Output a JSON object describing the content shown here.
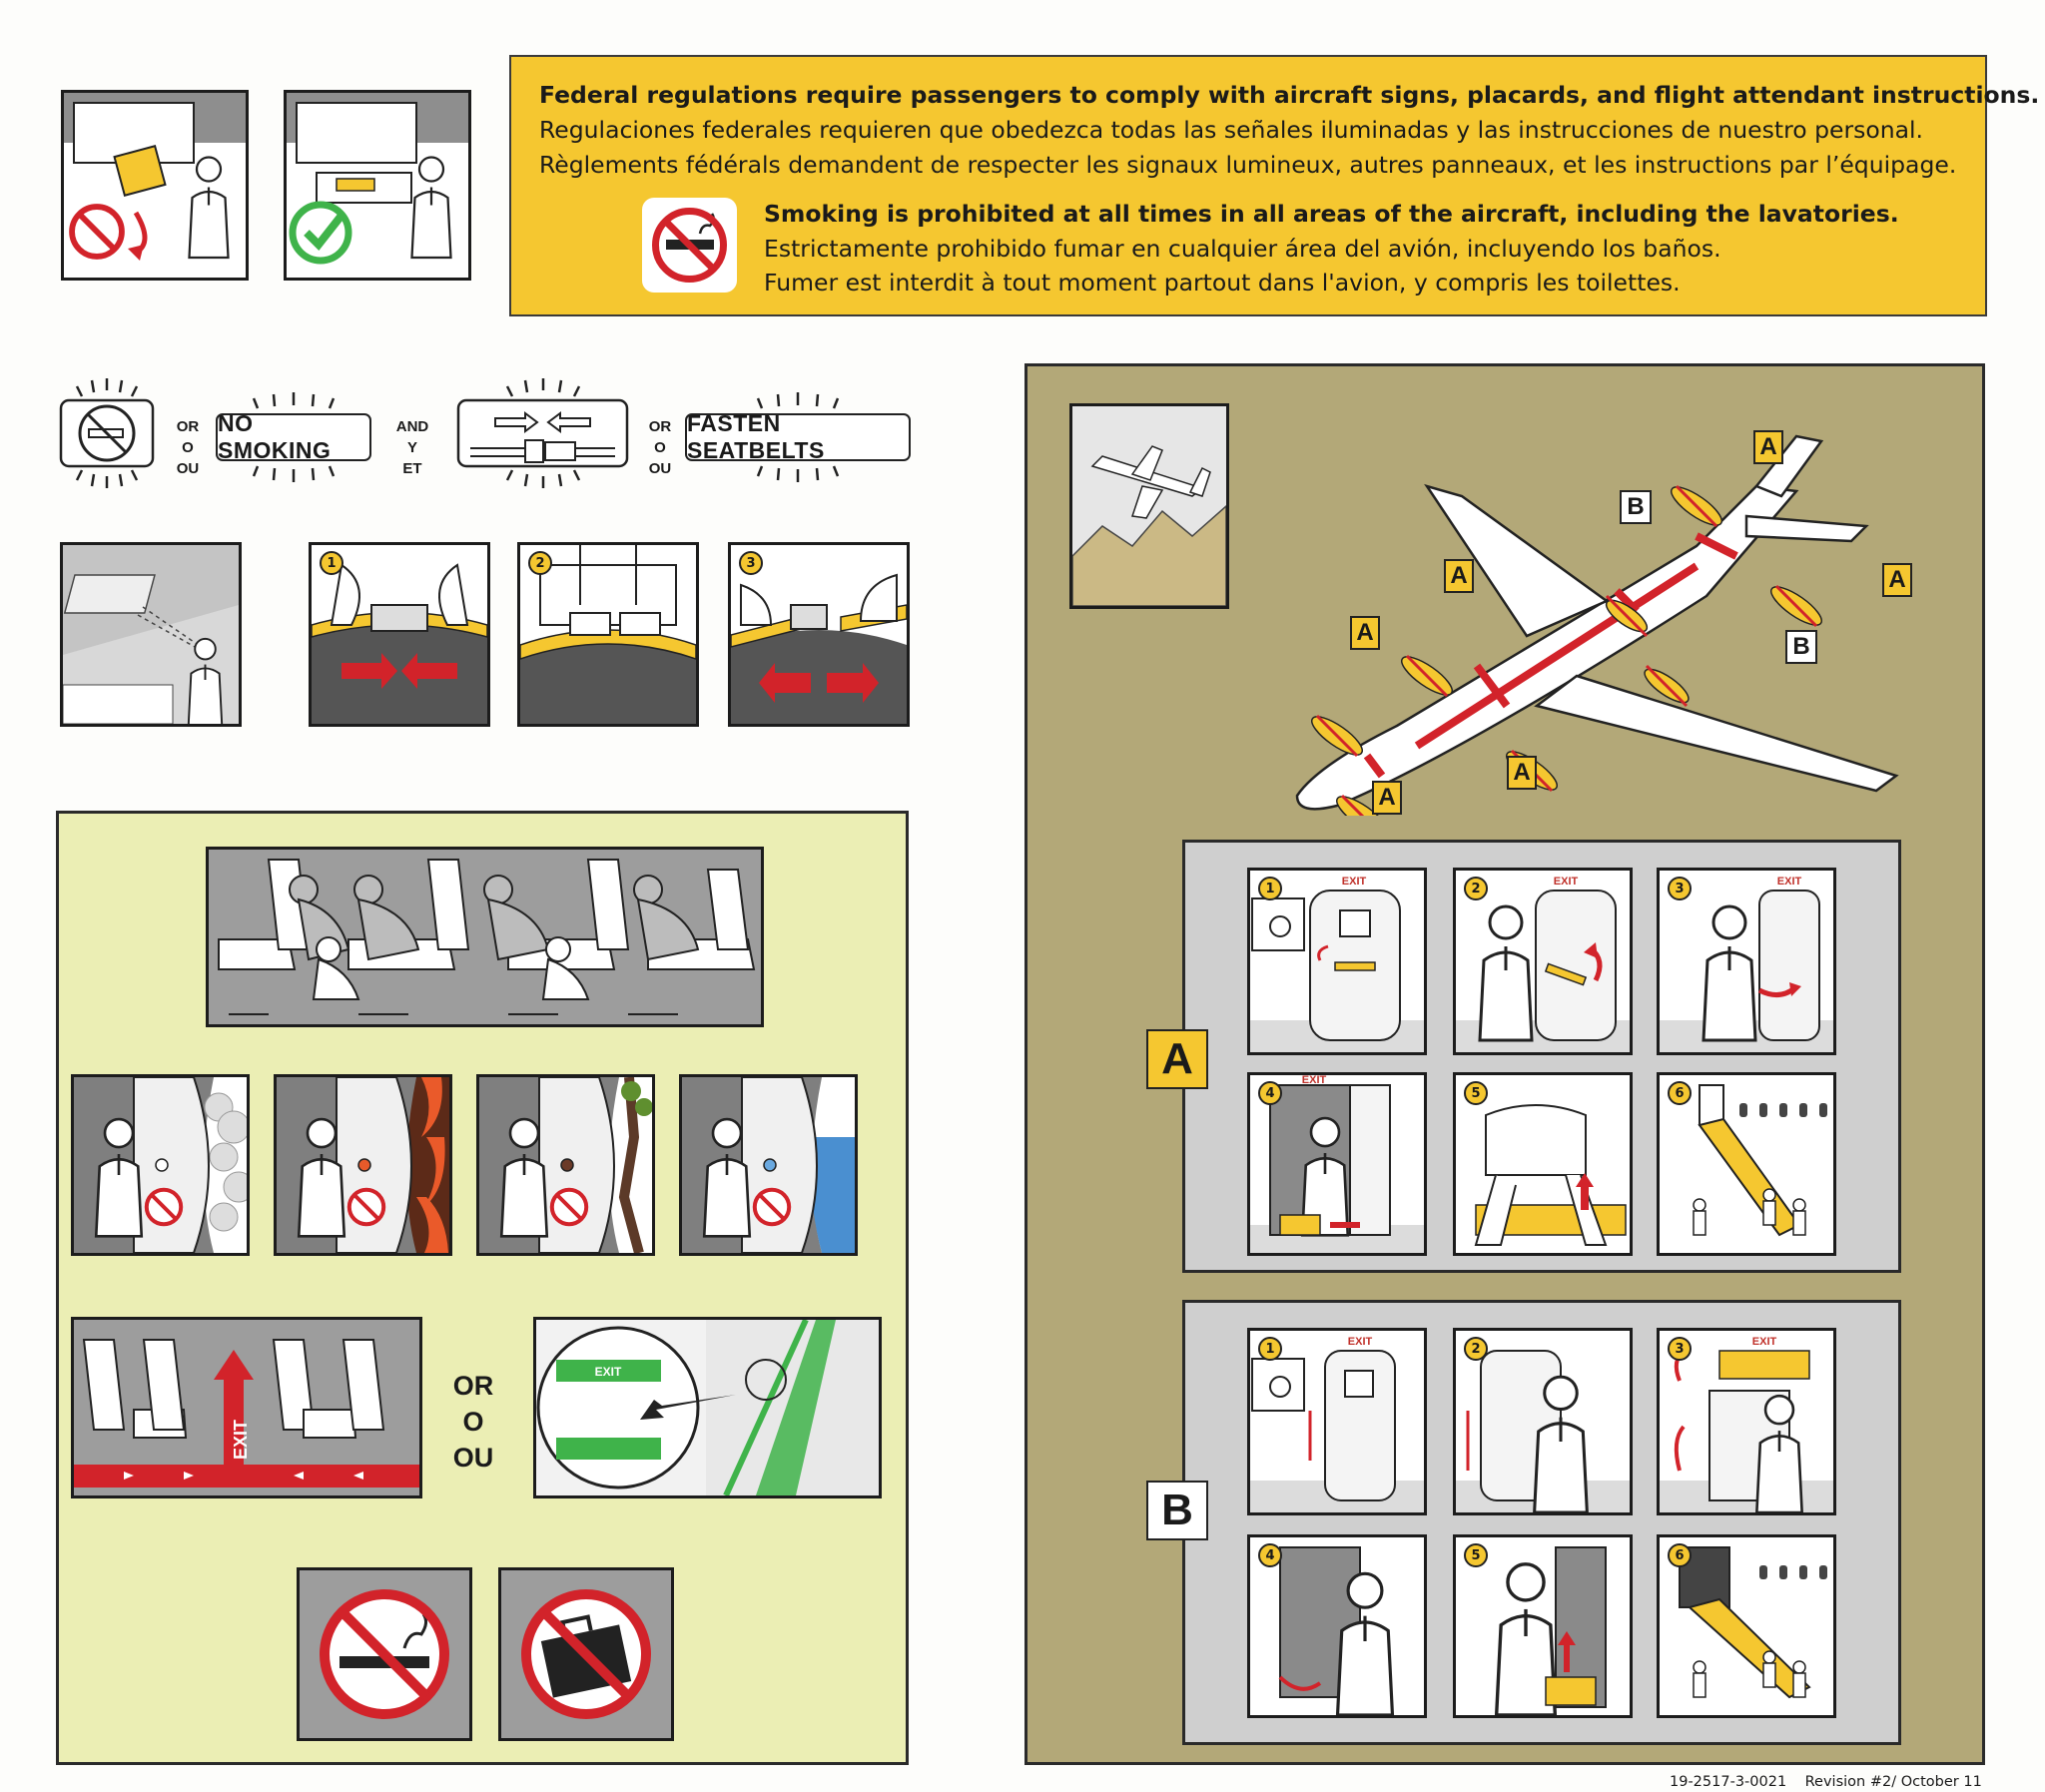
{
  "notice": {
    "regulations_en": "Federal regulations require passengers to comply with aircraft signs, placards, and flight attendant instructions.",
    "regulations_es": "Regulaciones federales requieren que obedezca todas las señales iluminadas y las instrucciones de nuestro personal.",
    "regulations_fr": "Règlements fédérals demandent de respecter les signaux lumineux, autres panneaux, et les instructions par l’équipage.",
    "smoking_en": "Smoking is prohibited at all times in all areas of the aircraft, including the lavatories.",
    "smoking_es": "Estrictamente prohibido fumar en cualquier área del avión, incluyendo los baños.",
    "smoking_fr": "Fumer est interdit à tout moment partout dans l'avion, y compris les toilettes."
  },
  "signs": {
    "no_smoking": "NO SMOKING",
    "fasten_seatbelts": "FASTEN SEATBELTS",
    "or_1": "OR",
    "o_1": "O",
    "ou_1": "OU",
    "and": "AND",
    "y": "Y",
    "et": "ET",
    "or_2": "OR",
    "o_2": "O",
    "ou_2": "OU"
  },
  "seatbelt_steps": [
    "1",
    "2",
    "3"
  ],
  "exit_path": {
    "or": "OR",
    "o": "O",
    "ou": "OU",
    "floor_label": "EXIT",
    "sign_label": "EXIT"
  },
  "diagram_tags": {
    "a": "A",
    "b": "B"
  },
  "door_groups": [
    {
      "label": "A",
      "steps": [
        "1",
        "2",
        "3",
        "4",
        "5",
        "6"
      ],
      "exit_sign": "EXIT"
    },
    {
      "label": "B",
      "steps": [
        "1",
        "2",
        "3",
        "4",
        "5",
        "6"
      ],
      "exit_sign": "EXIT"
    }
  ],
  "footer": {
    "doc_number": "19-2517-3-0021",
    "revision": "Revision #2/ October 11"
  },
  "colors": {
    "accent_yellow": "#f5c730",
    "warning_red": "#d2232a",
    "exit_green": "#3fb34a",
    "panel_tan": "#b3a878",
    "panel_lime": "#ebeeb4"
  }
}
